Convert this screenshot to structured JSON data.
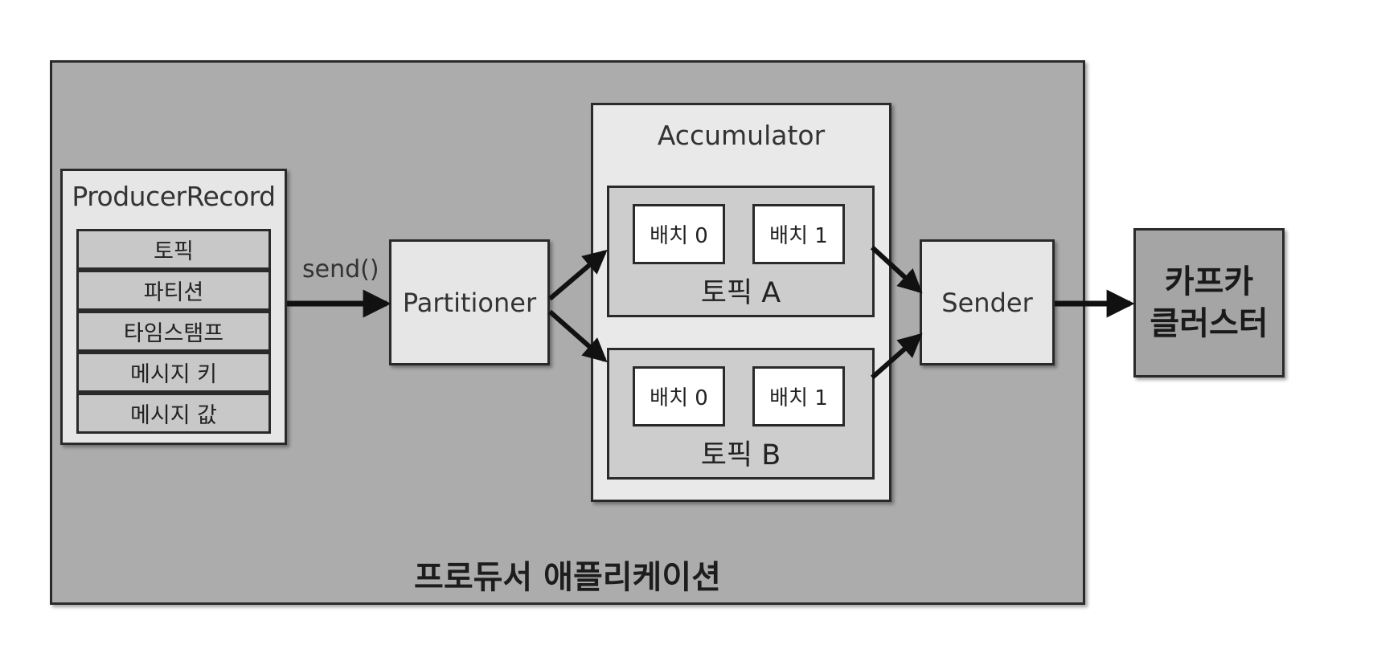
{
  "producer_record": {
    "title": "ProducerRecord",
    "fields": [
      "토픽",
      "파티션",
      "타임스탬프",
      "메시지 키",
      "메시지 값"
    ]
  },
  "send_label": "send()",
  "partitioner": "Partitioner",
  "accumulator": {
    "title": "Accumulator",
    "topics": [
      {
        "label": "토픽 A",
        "batches": [
          "배치 0",
          "배치 1"
        ]
      },
      {
        "label": "토픽 B",
        "batches": [
          "배치 0",
          "배치 1"
        ]
      }
    ]
  },
  "sender": "Sender",
  "cluster": {
    "line1": "카프카",
    "line2": "클러스터"
  },
  "application_label": "프로듀서 애플리케이션"
}
